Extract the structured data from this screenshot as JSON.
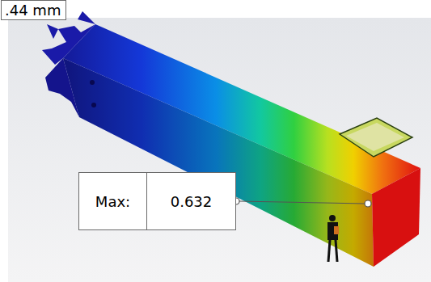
{
  "diagram": {
    "nodes": [
      {
        "text": [
          ".44 mm"
        ]
      },
      {
        "text": [
          "Max:",
          "0.632"
        ]
      }
    ]
  }
}
